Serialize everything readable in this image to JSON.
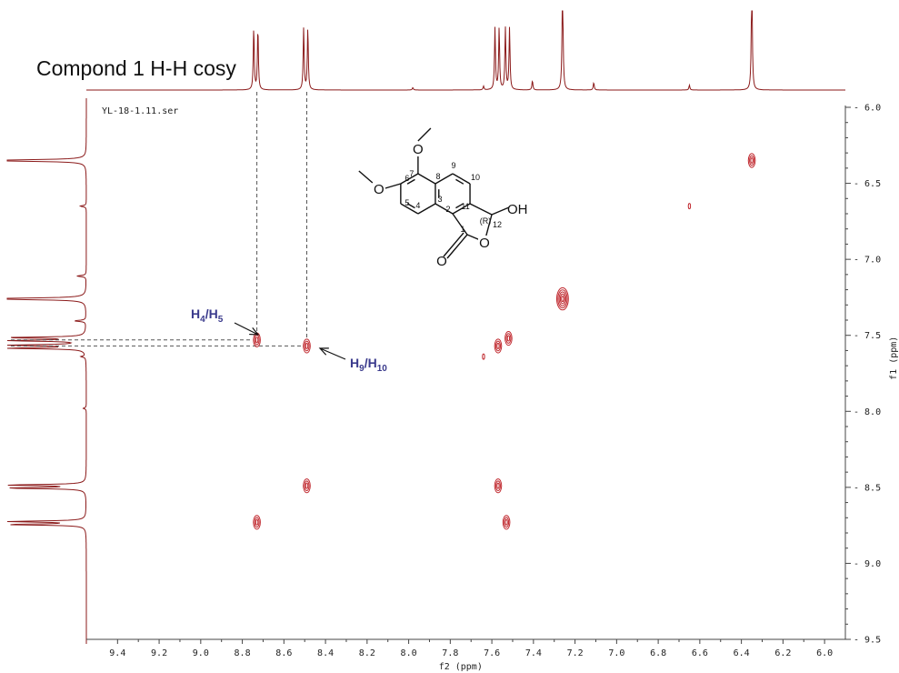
{
  "title": "Compond 1 H-H cosy",
  "dataset_name": "YL-18-1.11.ser",
  "chart_data": {
    "type": "heatmap",
    "subtype": "2D COSY contour plot",
    "xlabel": "f2 (ppm)",
    "ylabel": "f1 (ppm)",
    "xlim": [
      9.55,
      5.9
    ],
    "ylim": [
      6.0,
      9.5
    ],
    "x_reversed": true,
    "y_inverted": true,
    "x_ticks": [
      "9.4",
      "9.2",
      "9.0",
      "8.8",
      "8.6",
      "8.4",
      "8.2",
      "8.0",
      "7.8",
      "7.6",
      "7.4",
      "7.2",
      "7.0",
      "6.8",
      "6.6",
      "6.4",
      "6.2",
      "6.0"
    ],
    "y_ticks": [
      "6.0",
      "6.5",
      "7.0",
      "7.5",
      "8.0",
      "8.5",
      "9.0",
      "9.5"
    ],
    "grid": false,
    "contour_color": "#c0282e",
    "trace_color": "#8b1a1a",
    "cross_peaks": [
      {
        "f2": 8.73,
        "f1": 7.53,
        "size": 3
      },
      {
        "f2": 8.49,
        "f1": 7.57,
        "size": 3
      },
      {
        "f2": 8.49,
        "f1": 8.49,
        "size": 3
      },
      {
        "f2": 8.73,
        "f1": 8.73,
        "size": 3
      },
      {
        "f2": 7.57,
        "f1": 8.49,
        "size": 3
      },
      {
        "f2": 7.53,
        "f1": 8.73,
        "size": 3
      },
      {
        "f2": 7.57,
        "f1": 7.57,
        "size": 3
      },
      {
        "f2": 7.52,
        "f1": 7.52,
        "size": 3
      },
      {
        "f2": 7.26,
        "f1": 7.26,
        "size": 5
      },
      {
        "f2": 6.35,
        "f1": 6.35,
        "size": 3
      },
      {
        "f2": 6.65,
        "f1": 6.65,
        "size": 1
      },
      {
        "f2": 7.64,
        "f1": 7.64,
        "size": 1
      }
    ],
    "spectrum_1d_peaks": [
      {
        "ppm": 8.745,
        "height": 1.0
      },
      {
        "ppm": 8.725,
        "height": 1.0
      },
      {
        "ppm": 8.505,
        "height": 1.0
      },
      {
        "ppm": 8.485,
        "height": 1.0
      },
      {
        "ppm": 7.585,
        "height": 1.0
      },
      {
        "ppm": 7.565,
        "height": 1.0
      },
      {
        "ppm": 7.535,
        "height": 1.0
      },
      {
        "ppm": 7.515,
        "height": 1.0
      },
      {
        "ppm": 7.26,
        "height": 1.9
      },
      {
        "ppm": 6.35,
        "height": 1.9
      },
      {
        "ppm": 7.405,
        "height": 0.15
      },
      {
        "ppm": 7.11,
        "height": 0.12
      },
      {
        "ppm": 6.65,
        "height": 0.08
      },
      {
        "ppm": 7.98,
        "height": 0.04
      },
      {
        "ppm": 7.64,
        "height": 0.06
      }
    ],
    "annotations": [
      {
        "label_main": "H",
        "sub1": "4",
        "sep": "/H",
        "sub2": "5",
        "target_f2": 8.73,
        "target_f1": 7.53
      },
      {
        "label_main": "H",
        "sub1": "9",
        "sep": "/H",
        "sub2": "10",
        "target_f2": 8.49,
        "target_f1": 7.57
      }
    ],
    "annotation_color": "#3a3a8c"
  },
  "structure": {
    "atom_numbers": [
      "1",
      "2",
      "3",
      "4",
      "5",
      "6",
      "7",
      "8",
      "9",
      "10",
      "11",
      "12"
    ],
    "stereo_label": "(R)",
    "oxygen_label": "O",
    "hydroxyl_label": "OH",
    "carbonyl_label": "O"
  }
}
